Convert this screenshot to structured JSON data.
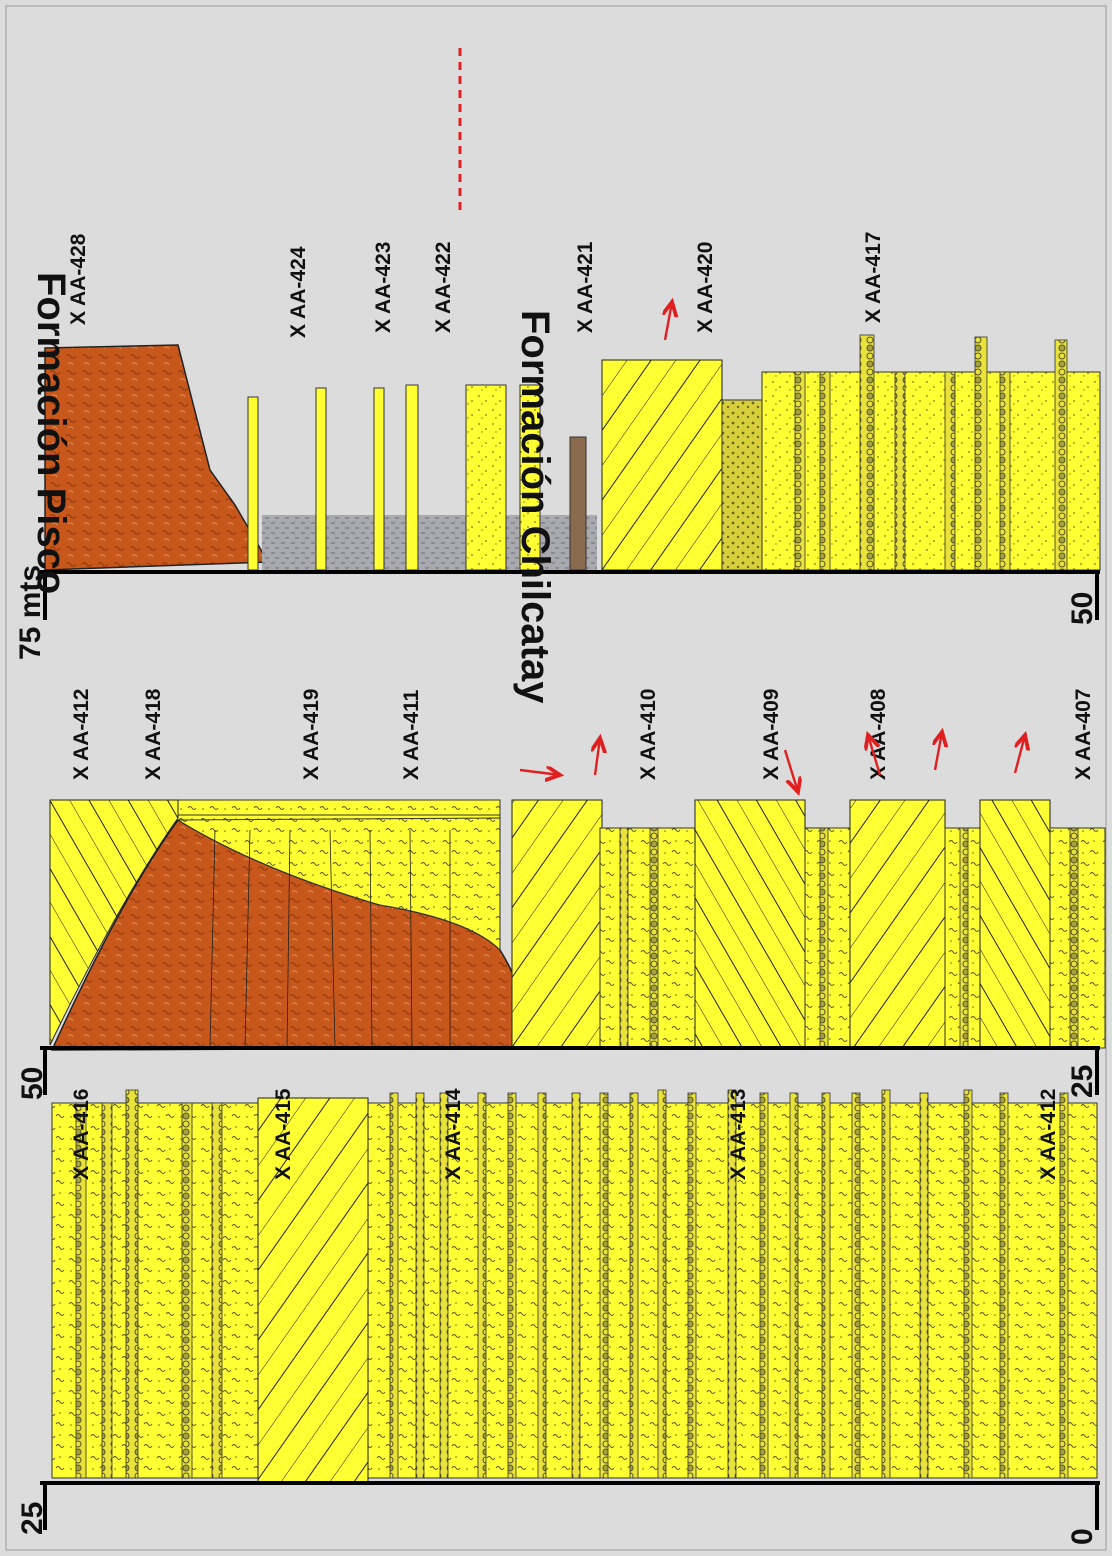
{
  "colors": {
    "background": "#dcdcdc",
    "sandstone": "#ffff33",
    "volcanic": "#c8571b",
    "shale": "#a9a9b0",
    "mudstone": "#8b6b4e",
    "arrow": "#e02020",
    "contact_line": "#e02020",
    "axis": "#000000"
  },
  "formations": {
    "pisco": "Formación Pisco",
    "chilcatay": "Formación Chilcatay"
  },
  "scale_labels": {
    "col1_top": "25",
    "col1_bottom": "0",
    "col2_top": "50",
    "col2_bottom": "25",
    "col3_top": "75 mts",
    "col3_bottom": "50"
  },
  "samples": {
    "col1": [
      "X AA-416",
      "X AA-415",
      "X AA-414",
      "X AA-413",
      "X AA-412"
    ],
    "col2": [
      "X AA-412",
      "X AA-418",
      "X AA-419",
      "X AA-411",
      "X AA-410",
      "X AA-409",
      "X AA-408",
      "X AA-407"
    ],
    "col3": [
      "X AA-428",
      "X AA-424",
      "X AA-423",
      "X AA-422",
      "X AA-421",
      "X AA-420",
      "X AA-417"
    ]
  }
}
